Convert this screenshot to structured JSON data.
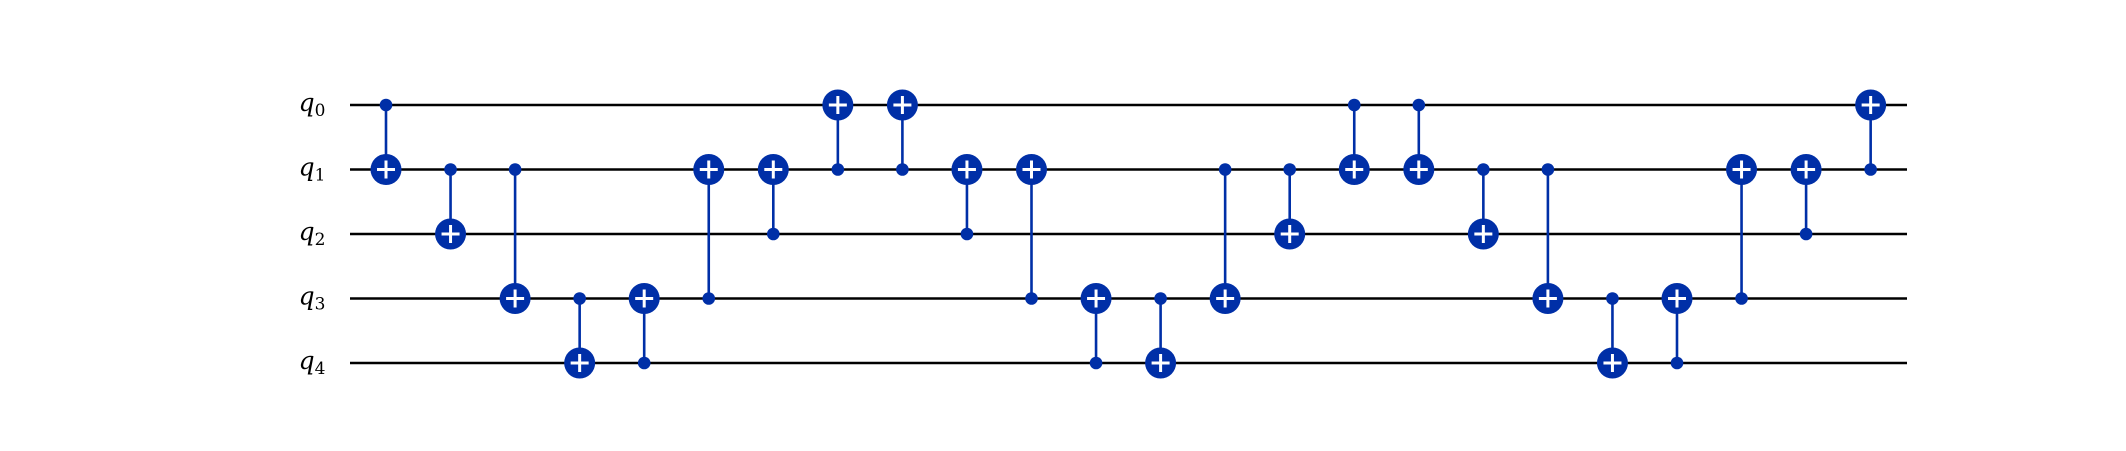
{
  "colors": {
    "gate": "#002fa7",
    "wire": "#000000",
    "plus": "#ffffff",
    "background": "#ffffff"
  },
  "qubits": [
    {
      "name": "q",
      "index": "0"
    },
    {
      "name": "q",
      "index": "1"
    },
    {
      "name": "q",
      "index": "2"
    },
    {
      "name": "q",
      "index": "3"
    },
    {
      "name": "q",
      "index": "4"
    }
  ],
  "gates": [
    {
      "type": "cx",
      "control": 0,
      "target": 1
    },
    {
      "type": "cx",
      "control": 1,
      "target": 2
    },
    {
      "type": "cx",
      "control": 1,
      "target": 3
    },
    {
      "type": "cx",
      "control": 3,
      "target": 4
    },
    {
      "type": "cx",
      "control": 4,
      "target": 3
    },
    {
      "type": "cx",
      "control": 3,
      "target": 1
    },
    {
      "type": "cx",
      "control": 2,
      "target": 1
    },
    {
      "type": "cx",
      "control": 1,
      "target": 0
    },
    {
      "type": "cx",
      "control": 1,
      "target": 0
    },
    {
      "type": "cx",
      "control": 2,
      "target": 1
    },
    {
      "type": "cx",
      "control": 3,
      "target": 1
    },
    {
      "type": "cx",
      "control": 4,
      "target": 3
    },
    {
      "type": "cx",
      "control": 3,
      "target": 4
    },
    {
      "type": "cx",
      "control": 1,
      "target": 3
    },
    {
      "type": "cx",
      "control": 1,
      "target": 2
    },
    {
      "type": "cx",
      "control": 0,
      "target": 1
    },
    {
      "type": "cx",
      "control": 0,
      "target": 1
    },
    {
      "type": "cx",
      "control": 1,
      "target": 2
    },
    {
      "type": "cx",
      "control": 1,
      "target": 3
    },
    {
      "type": "cx",
      "control": 3,
      "target": 4
    },
    {
      "type": "cx",
      "control": 4,
      "target": 3
    },
    {
      "type": "cx",
      "control": 3,
      "target": 1
    },
    {
      "type": "cx",
      "control": 2,
      "target": 1
    },
    {
      "type": "cx",
      "control": 1,
      "target": 0
    }
  ]
}
